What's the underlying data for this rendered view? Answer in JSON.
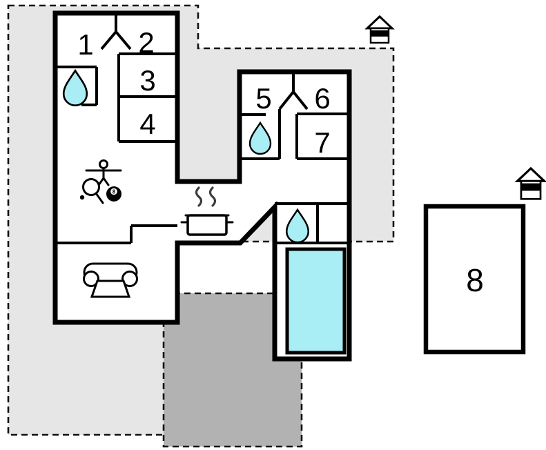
{
  "colors": {
    "plot": "#e6e6e6",
    "terrace": "#b2b2b2",
    "water": "#a9edf5"
  },
  "rooms": [
    {
      "label": "1"
    },
    {
      "label": "2"
    },
    {
      "label": "3"
    },
    {
      "label": "4"
    },
    {
      "label": "5"
    },
    {
      "label": "6"
    },
    {
      "label": "7"
    },
    {
      "label": "8"
    }
  ],
  "icons": {
    "billiard_ball_label": "8",
    "names": [
      "water-drop-icon",
      "stove-icon",
      "sofa-icon",
      "foosball-figure-icon",
      "table-tennis-paddle-icon",
      "billiard-8-ball-icon",
      "well-house-icon",
      "swimming-pool",
      "terrace",
      "plot-boundary"
    ]
  }
}
